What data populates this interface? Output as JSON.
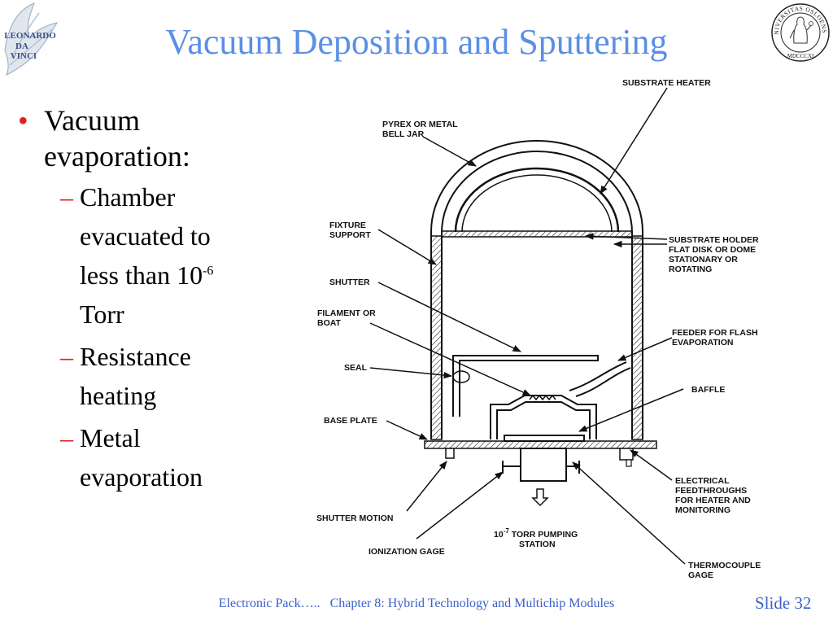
{
  "title": "Vacuum Deposition and Sputtering",
  "logo_left": {
    "lines": [
      "LEONARDO",
      "DA",
      "VINCI"
    ]
  },
  "logo_right": {
    "ring_text": "UNIVERSITAS OSLOENSIS",
    "year": "MDCCCXI"
  },
  "bullets": {
    "level1": {
      "marker": "•",
      "lines": [
        "Vacuum",
        "evaporation:"
      ]
    },
    "items": [
      {
        "marker": "–",
        "line1": "Chamber",
        "line2": "evacuated to",
        "line3_prefix": "less than 10",
        "line3_sup": "-6",
        "line4": "Torr"
      },
      {
        "marker": "–",
        "line1": "Resistance",
        "line2": "heating"
      },
      {
        "marker": "–",
        "line1": "Metal",
        "line2": "evaporation"
      }
    ]
  },
  "diagram": {
    "labels": {
      "substrate_heater": "SUBSTRATE HEATER",
      "bell_jar_1": "PYREX OR METAL",
      "bell_jar_2": "BELL JAR",
      "fixture_1": "FIXTURE",
      "fixture_2": "SUPPORT",
      "holder_1": "SUBSTRATE HOLDER",
      "holder_2": "FLAT DISK OR DOME",
      "holder_3": "STATIONARY OR",
      "holder_4": "ROTATING",
      "shutter": "SHUTTER",
      "filament_1": "FILAMENT OR",
      "filament_2": "BOAT",
      "feeder_1": "FEEDER FOR FLASH",
      "feeder_2": "EVAPORATION",
      "seal": "SEAL",
      "baffle": "BAFFLE",
      "base_plate": "BASE PLATE",
      "feedthrough_1": "ELECTRICAL",
      "feedthrough_2": "FEEDTHROUGHS",
      "feedthrough_3": "FOR HEATER AND",
      "feedthrough_4": "MONITORING",
      "shutter_motion": "SHUTTER MOTION",
      "pumping_1_prefix": "10",
      "pumping_1_sup": "-7",
      "pumping_1_suffix": " TORR PUMPING",
      "pumping_2": "STATION",
      "ionization": "IONIZATION GAGE",
      "thermocouple_1": "THERMOCOUPLE",
      "thermocouple_2": "GAGE"
    }
  },
  "footer": {
    "left": "Electronic Pack…..   Chapter 8: Hybrid Technology and Multichip Modules",
    "slide_number": "Slide 32"
  }
}
